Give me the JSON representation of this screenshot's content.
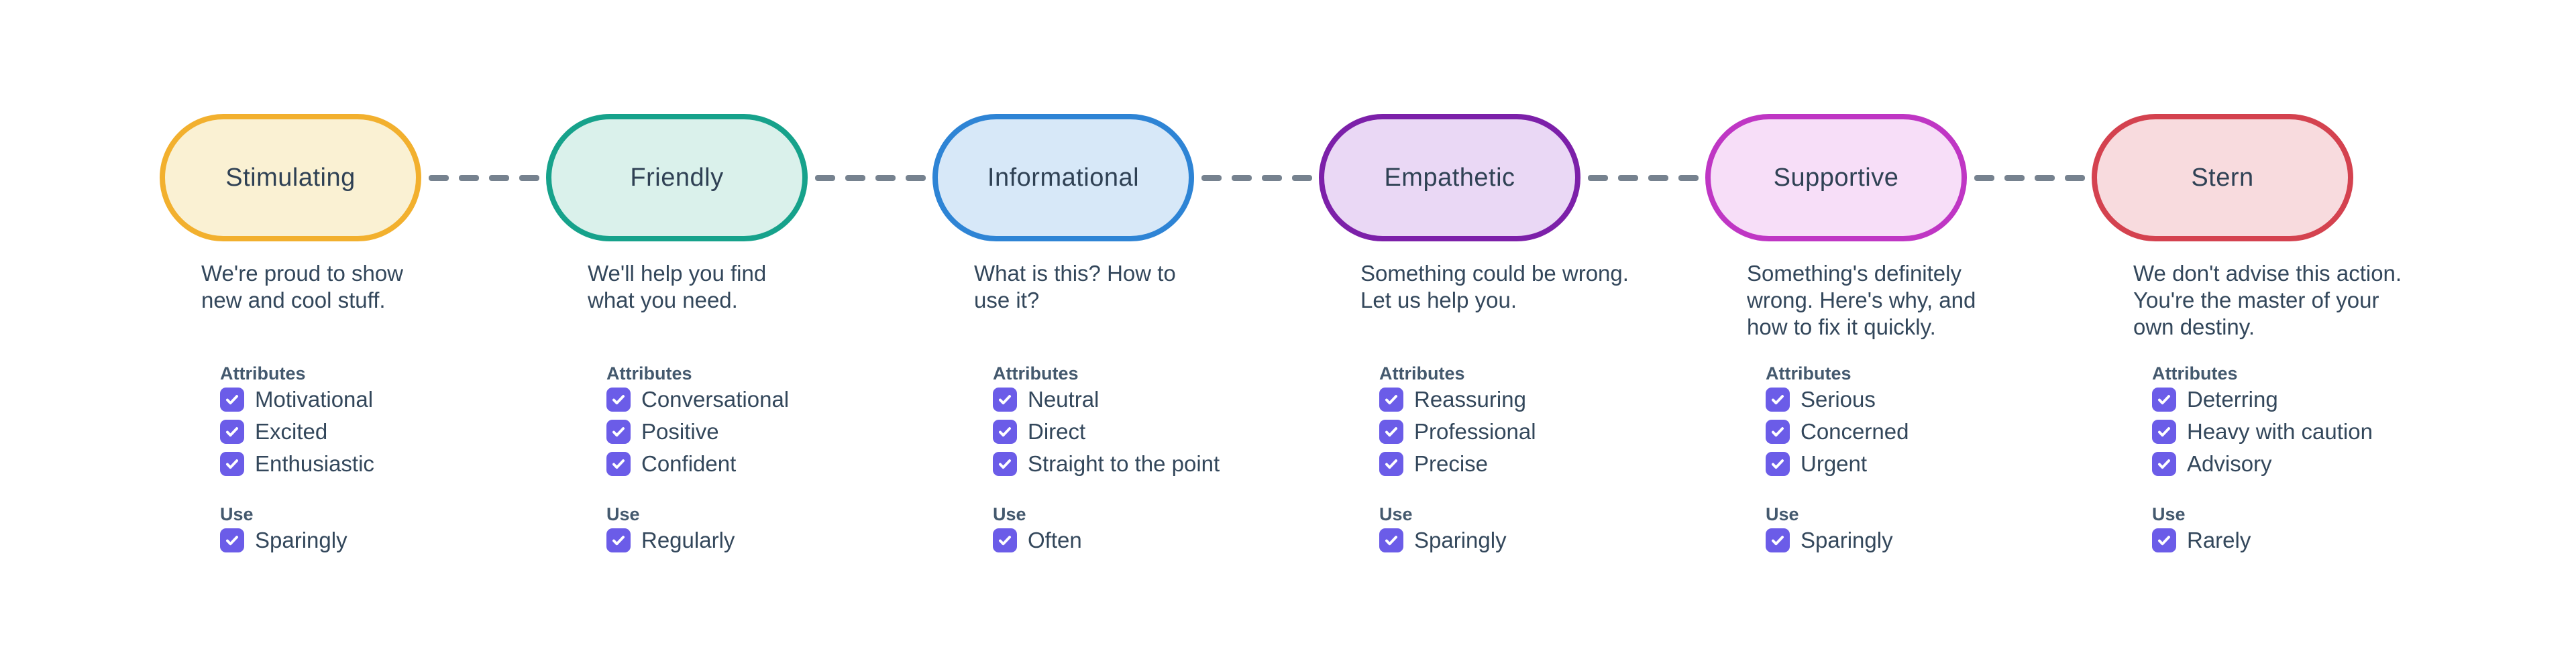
{
  "labels": {
    "attributes_header": "Attributes",
    "use_header": "Use"
  },
  "colors": {
    "text": "#33475b",
    "header": "#44596e",
    "checkbox": "#6b5ce8",
    "dash": "#76828f",
    "background": "#ffffff"
  },
  "connector": {
    "dashes_per_gap": 4
  },
  "tones": [
    {
      "label": "Stimulating",
      "border_color": "#f2b02e",
      "fill_color": "#faf1d3",
      "description": "We're proud to show\nnew and cool stuff.",
      "attributes": [
        "Motivational",
        "Excited",
        "Enthusiastic"
      ],
      "use": "Sparingly"
    },
    {
      "label": "Friendly",
      "border_color": "#16a28b",
      "fill_color": "#daf1eb",
      "description": "We'll help you find\nwhat you need.",
      "attributes": [
        "Conversational",
        "Positive",
        "Confident"
      ],
      "use": "Regularly"
    },
    {
      "label": "Informational",
      "border_color": "#2e84d5",
      "fill_color": "#d7e8f8",
      "description": "What is this? How to\nuse it?",
      "attributes": [
        "Neutral",
        "Direct",
        "Straight to the point"
      ],
      "use": "Often"
    },
    {
      "label": "Empathetic",
      "border_color": "#7c20a9",
      "fill_color": "#ead8f5",
      "description": "Something could be wrong.\nLet us help you.",
      "attributes": [
        "Reassuring",
        "Professional",
        "Precise"
      ],
      "use": "Sparingly"
    },
    {
      "label": "Supportive",
      "border_color": "#bf36c4",
      "fill_color": "#f7def8",
      "description": "Something's definitely\nwrong. Here's why, and\nhow to fix it quickly.",
      "attributes": [
        "Serious",
        "Concerned",
        "Urgent"
      ],
      "use": "Sparingly"
    },
    {
      "label": "Stern",
      "border_color": "#d4424f",
      "fill_color": "#f8dbde",
      "description": "We don't advise this action.\nYou're the master of your\nown destiny.",
      "attributes": [
        "Deterring",
        "Heavy with caution",
        "Advisory"
      ],
      "use": "Rarely"
    }
  ]
}
